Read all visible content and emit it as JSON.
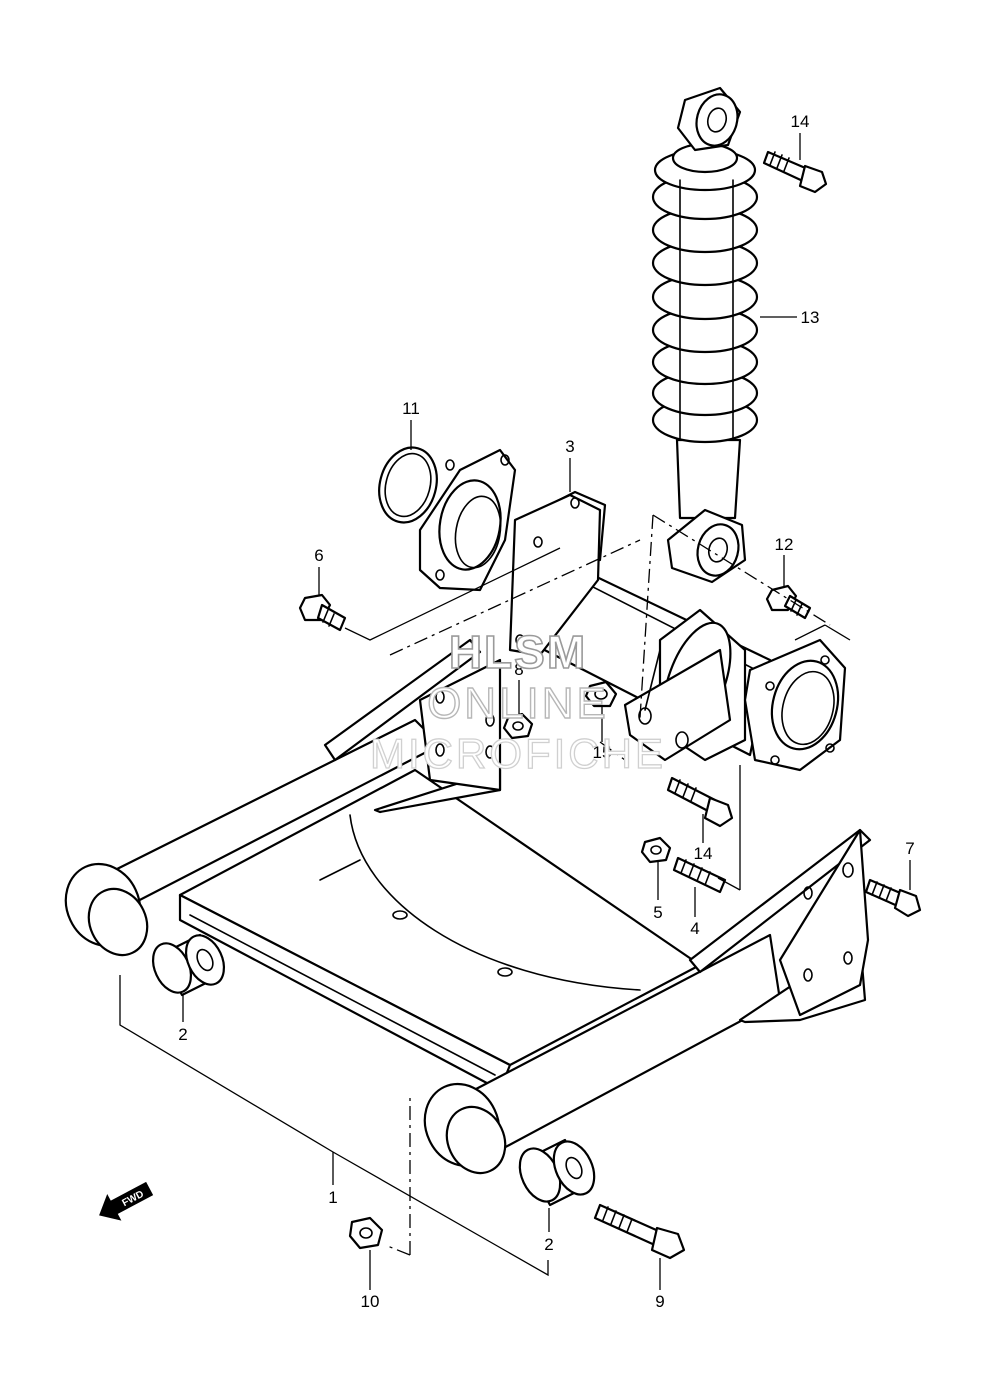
{
  "callouts": [
    {
      "id": "c1",
      "label": "1"
    },
    {
      "id": "c2a",
      "label": "2"
    },
    {
      "id": "c2b",
      "label": "2"
    },
    {
      "id": "c3",
      "label": "3"
    },
    {
      "id": "c4",
      "label": "4"
    },
    {
      "id": "c5",
      "label": "5"
    },
    {
      "id": "c6",
      "label": "6"
    },
    {
      "id": "c7",
      "label": "7"
    },
    {
      "id": "c8",
      "label": "8"
    },
    {
      "id": "c9",
      "label": "9"
    },
    {
      "id": "c10",
      "label": "10"
    },
    {
      "id": "c11",
      "label": "11"
    },
    {
      "id": "c12",
      "label": "12"
    },
    {
      "id": "c13",
      "label": "13"
    },
    {
      "id": "c14a",
      "label": "14"
    },
    {
      "id": "c14b",
      "label": "14"
    },
    {
      "id": "c15",
      "label": "15"
    }
  ],
  "watermark": {
    "line1": "HLSM",
    "line2": "ONLINE",
    "line3": "MICROFICHE"
  },
  "fwd_arrow": {
    "label": "FWD"
  }
}
